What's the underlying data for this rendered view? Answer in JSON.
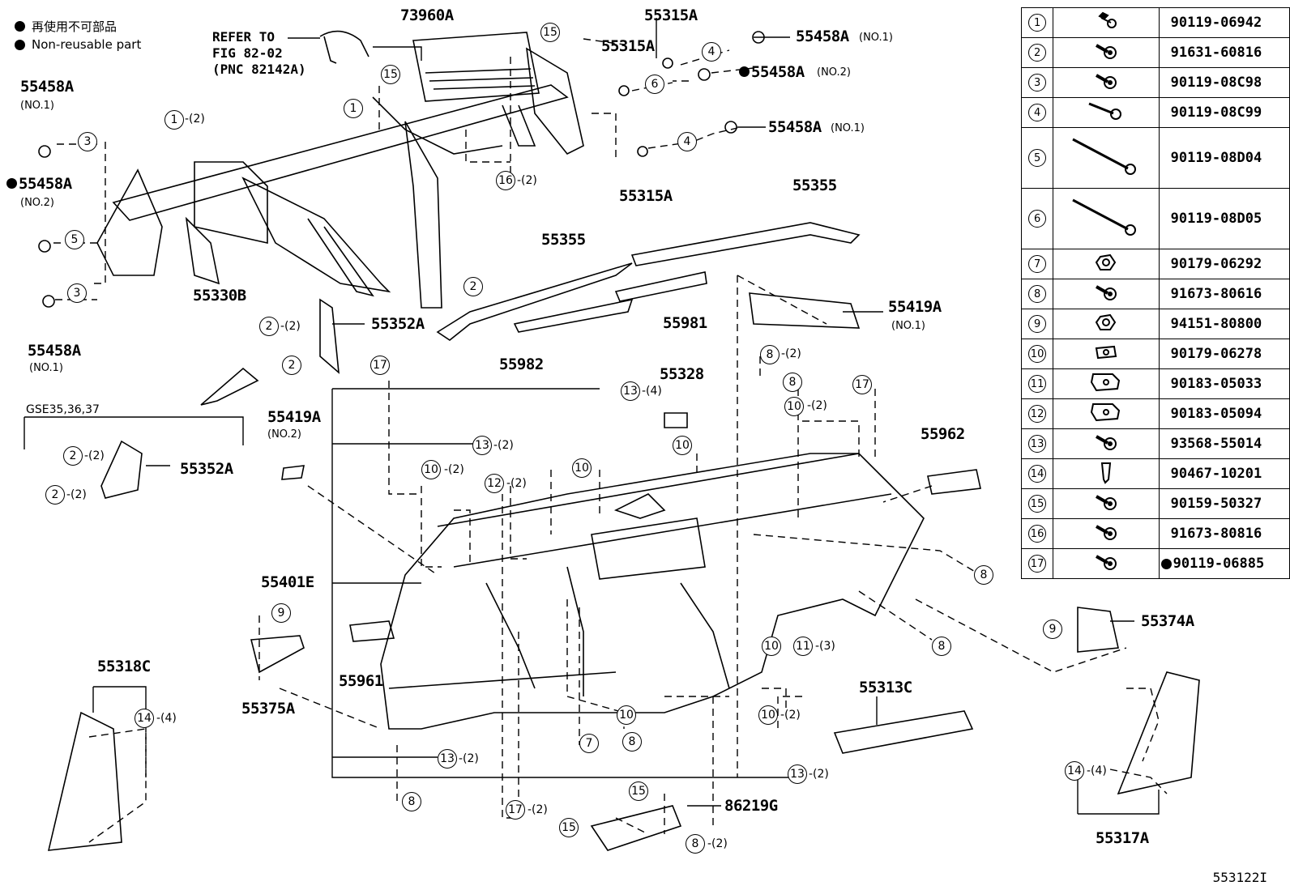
{
  "legend": {
    "jp": "再使用不可部品",
    "en": "Non-reusable part"
  },
  "refer": {
    "line1": "REFER TO",
    "line2": "FIG 82-02",
    "line3": "(PNC 82142A)"
  },
  "figure_code": "553122I",
  "variant_note": "GSE35,36,37",
  "labels": {
    "l73960A": "73960A",
    "l55315A_a": "55315A",
    "l55315A_b": "55315A",
    "l55315A_c": "55315A",
    "l55458A_a": "55458A",
    "l55458A_a_sub": "(NO.1)",
    "l55458A_b": "55458A",
    "l55458A_b_sub": "(NO.2)",
    "l55458A_c": "55458A",
    "l55458A_c_sub": "(NO.1)",
    "l55458A_d": "55458A",
    "l55458A_d_sub": "(NO.2)",
    "l55458A_e": "55458A",
    "l55458A_e_sub": "(NO.1)",
    "l55458A_f": "55458A",
    "l55458A_f_sub": "(NO.1)",
    "l55330B": "55330B",
    "l55352A_a": "55352A",
    "l55352A_b": "55352A",
    "l55355_a": "55355",
    "l55355_b": "55355",
    "l55981": "55981",
    "l55982": "55982",
    "l55419A_a": "55419A",
    "l55419A_a_sub": "(NO.1)",
    "l55419A_b": "55419A",
    "l55419A_b_sub": "(NO.2)",
    "l55328": "55328",
    "l55962": "55962",
    "l55401E": "55401E",
    "l55961": "55961",
    "l55374A": "55374A",
    "l55375A": "55375A",
    "l55318C": "55318C",
    "l55313C": "55313C",
    "l86219G": "86219G",
    "l55317A": "55317A"
  },
  "callouts": [
    {
      "n": "15",
      "q": ""
    },
    {
      "n": "15",
      "q": ""
    },
    {
      "n": "4",
      "q": ""
    },
    {
      "n": "6",
      "q": ""
    },
    {
      "n": "1",
      "q": "-(2)"
    },
    {
      "n": "1",
      "q": ""
    },
    {
      "n": "16",
      "q": "-(2)"
    },
    {
      "n": "4",
      "q": ""
    },
    {
      "n": "3",
      "q": ""
    },
    {
      "n": "5",
      "q": ""
    },
    {
      "n": "3",
      "q": ""
    },
    {
      "n": "2",
      "q": ""
    },
    {
      "n": "2",
      "q": "-(2)"
    },
    {
      "n": "2",
      "q": ""
    },
    {
      "n": "17",
      "q": ""
    },
    {
      "n": "8",
      "q": "-(2)"
    },
    {
      "n": "8",
      "q": ""
    },
    {
      "n": "17",
      "q": ""
    },
    {
      "n": "10",
      "q": "-(2)"
    },
    {
      "n": "13",
      "q": "-(4)"
    },
    {
      "n": "13",
      "q": "-(2)"
    },
    {
      "n": "10",
      "q": ""
    },
    {
      "n": "10",
      "q": "-(2)"
    },
    {
      "n": "10",
      "q": ""
    },
    {
      "n": "12",
      "q": "-(2)"
    },
    {
      "n": "2",
      "q": "-(2)"
    },
    {
      "n": "2",
      "q": "-(2)"
    },
    {
      "n": "8",
      "q": ""
    },
    {
      "n": "9",
      "q": ""
    },
    {
      "n": "8",
      "q": ""
    },
    {
      "n": "11",
      "q": "-(3)"
    },
    {
      "n": "10",
      "q": ""
    },
    {
      "n": "14",
      "q": "-(4)"
    },
    {
      "n": "10",
      "q": ""
    },
    {
      "n": "10",
      "q": "-(2)"
    },
    {
      "n": "7",
      "q": ""
    },
    {
      "n": "8",
      "q": ""
    },
    {
      "n": "13",
      "q": "-(2)"
    },
    {
      "n": "13",
      "q": "-(2)"
    },
    {
      "n": "8",
      "q": ""
    },
    {
      "n": "17",
      "q": "-(2)"
    },
    {
      "n": "15",
      "q": ""
    },
    {
      "n": "15",
      "q": ""
    },
    {
      "n": "8",
      "q": "-(2)"
    },
    {
      "n": "9",
      "q": ""
    },
    {
      "n": "14",
      "q": "-(4)"
    }
  ],
  "parts_table": [
    {
      "no": "1",
      "icon": "bolt-icon",
      "part": "90119-06942",
      "nonreusable": false
    },
    {
      "no": "2",
      "icon": "flange-bolt-icon",
      "part": "91631-60816",
      "nonreusable": false
    },
    {
      "no": "3",
      "icon": "flange-bolt-icon",
      "part": "90119-08C98",
      "nonreusable": false
    },
    {
      "no": "4",
      "icon": "long-bolt-icon",
      "part": "90119-08C99",
      "nonreusable": false
    },
    {
      "no": "5",
      "icon": "stud-bolt-icon",
      "part": "90119-08D04",
      "nonreusable": false
    },
    {
      "no": "6",
      "icon": "stud-bolt-icon",
      "part": "90119-08D05",
      "nonreusable": false
    },
    {
      "no": "7",
      "icon": "nut-icon",
      "part": "90179-06292",
      "nonreusable": false
    },
    {
      "no": "8",
      "icon": "flange-bolt-icon",
      "part": "91673-80616",
      "nonreusable": false
    },
    {
      "no": "9",
      "icon": "nut-icon",
      "part": "94151-80800",
      "nonreusable": false
    },
    {
      "no": "10",
      "icon": "clip-nut-icon",
      "part": "90179-06278",
      "nonreusable": false
    },
    {
      "no": "11",
      "icon": "u-nut-icon",
      "part": "90183-05033",
      "nonreusable": false
    },
    {
      "no": "12",
      "icon": "u-nut-icon",
      "part": "90183-05094",
      "nonreusable": false
    },
    {
      "no": "13",
      "icon": "flange-bolt-icon",
      "part": "93568-55014",
      "nonreusable": false
    },
    {
      "no": "14",
      "icon": "clip-icon",
      "part": "90467-10201",
      "nonreusable": false
    },
    {
      "no": "15",
      "icon": "flange-bolt-icon",
      "part": "90159-50327",
      "nonreusable": false
    },
    {
      "no": "16",
      "icon": "flange-bolt-icon",
      "part": "91673-80816",
      "nonreusable": false
    },
    {
      "no": "17",
      "icon": "flange-bolt-icon",
      "part": "90119-06885",
      "nonreusable": true
    }
  ]
}
